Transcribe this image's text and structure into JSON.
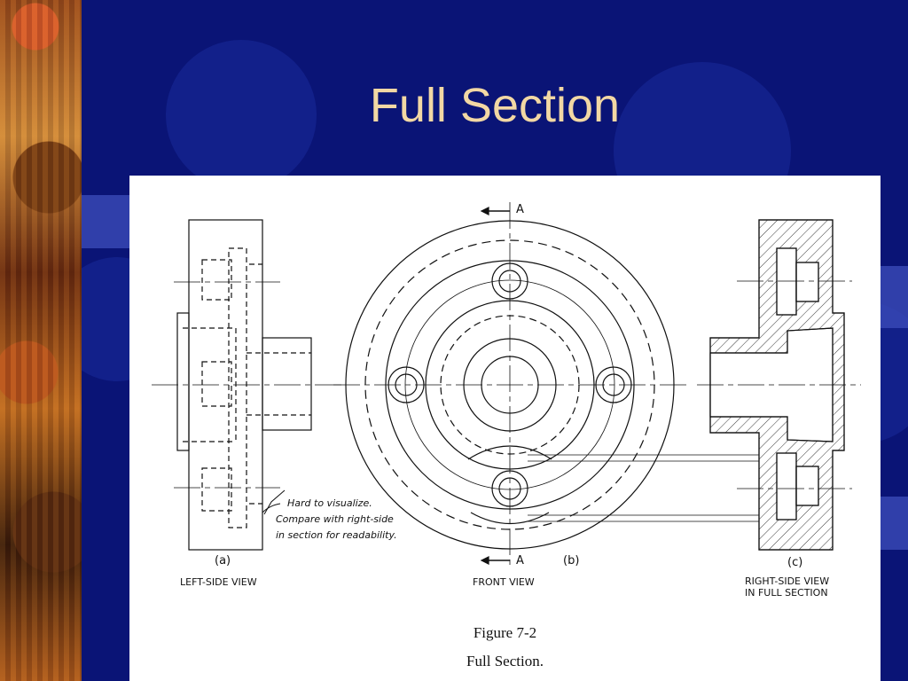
{
  "slide": {
    "title": "Full Section"
  },
  "figure": {
    "section_label_top": "A",
    "section_label_bottom": "A",
    "panel_a_letter": "(a)",
    "panel_b_letter": "(b)",
    "panel_c_letter": "(c)",
    "panel_a_label": "LEFT-SIDE VIEW",
    "panel_b_label": "FRONT VIEW",
    "panel_c_label_line1": "RIGHT-SIDE VIEW",
    "panel_c_label_line2": "IN FULL SECTION",
    "note_line1": "Hard to visualize.",
    "note_line2": "Compare with right-side",
    "note_line3": "in section for readability.",
    "caption_number": "Figure 7-2",
    "caption_title": "Full Section."
  },
  "colors": {
    "background": "#0a1476",
    "title": "#f2d8a4",
    "panel": "#ffffff"
  }
}
